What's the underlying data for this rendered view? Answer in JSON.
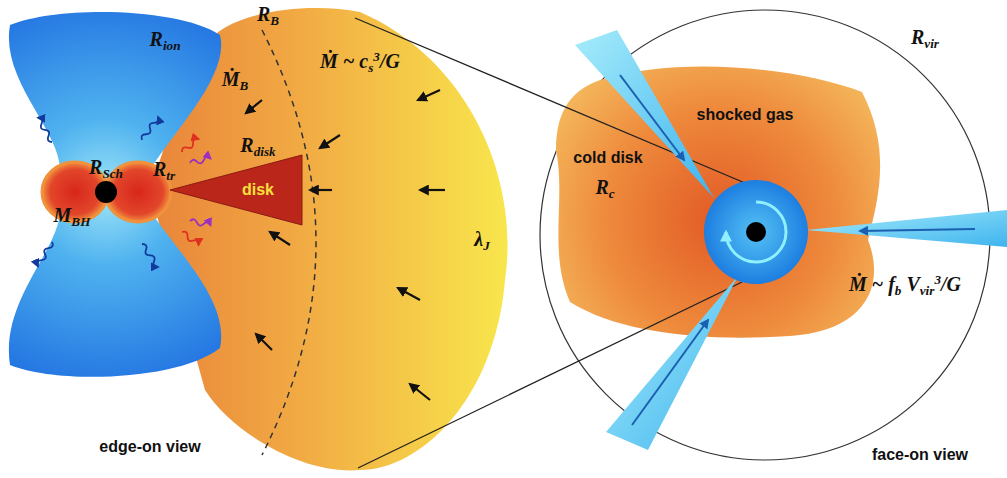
{
  "diagram": {
    "nodes": [
      {
        "text": [
          "disk"
        ]
      },
      {
        "text": [
          "shocked gas"
        ]
      }
    ],
    "labels": [
      "Rion",
      "RB",
      "ṀB",
      "Ṁ ~ cs3/G",
      "RSch",
      "Rtr",
      "MBH",
      "Rdisk",
      "λJ",
      "edge-on view",
      "Rvir",
      "cold disk",
      "Rc",
      "Ṁ ~ fb Vvir3/G",
      "face-on view"
    ]
  }
}
